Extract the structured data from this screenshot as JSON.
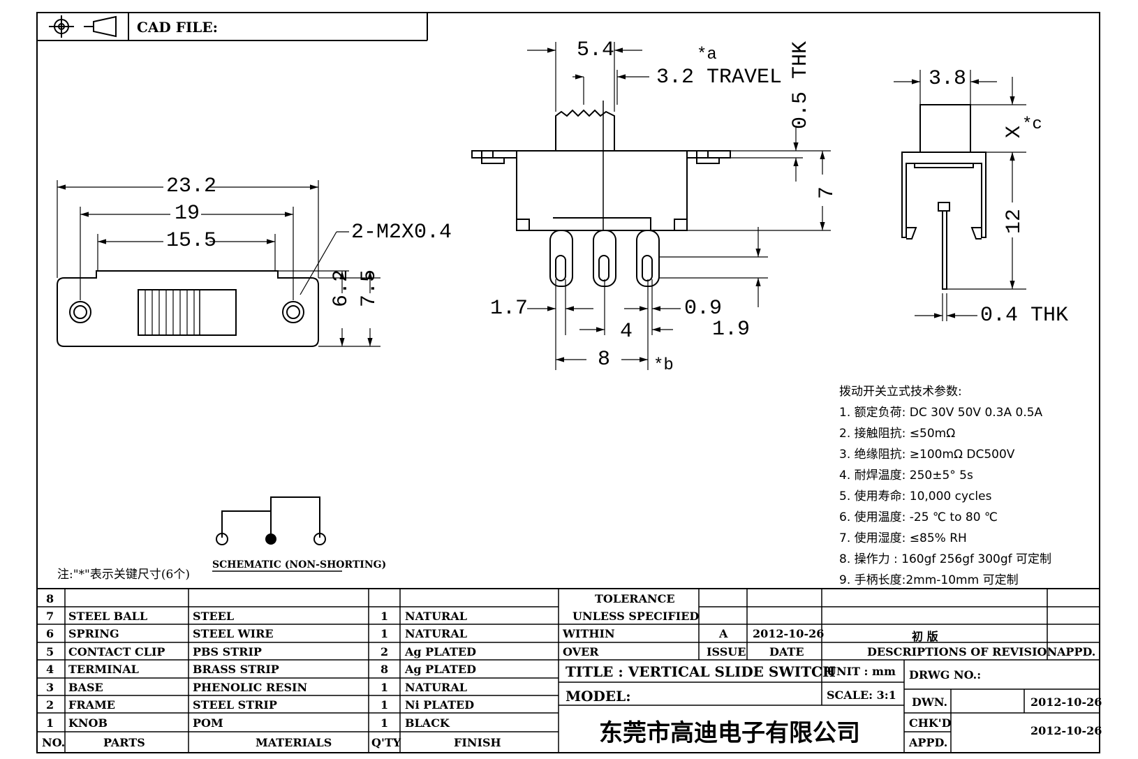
{
  "header": {
    "cad_label": "CAD FILE:"
  },
  "front_view": {
    "d_total": "23.2",
    "d_mount": "19",
    "d_slot": "15.5",
    "d_screw": "2-M2X0.4",
    "d_h1": "6.2",
    "d_h2": "7.5"
  },
  "side_view": {
    "d_knob": "5.4",
    "d_travel": "3.2 TRAVEL",
    "mark_a": "*a",
    "d_thk": "0.5 THK",
    "d_height": "7",
    "d_pinw": "1.7",
    "d_pin_thk": "0.9",
    "d_pitch": "4",
    "d_pin_len": "1.9",
    "d_span": "8",
    "mark_b": "*b"
  },
  "end_view": {
    "d_width": "3.8",
    "d_x": "X",
    "mark_c": "*c",
    "d_height": "12",
    "d_thk": "0.4 THK"
  },
  "schematic": {
    "label": "SCHEMATIC (NON-SHORTING)"
  },
  "note": "注:\"*\"表示关键尺寸(6个)",
  "specs": {
    "title": "拨动开关立式技术参数:",
    "items": [
      "1.  额定负荷: DC 30V    50V    0.3A    0.5A",
      "2.  接触阻抗: ≤50mΩ",
      "3.  绝缘阻抗: ≥100mΩ   DC500V",
      "4.  耐焊温度: 250±5°  5s",
      "5.  使用寿命: 10,000 cycles",
      "6.  使用温度: -25 ℃  to 80 ℃",
      "7.  使用湿度: ≤85% RH",
      "8.  操作力 : 160gf    256gf    300gf  可定制",
      "9.  手柄长度:2mm-10mm   可定制"
    ]
  },
  "parts": {
    "rows": [
      {
        "no": "8",
        "part": "",
        "material": "",
        "qty": "",
        "finish": ""
      },
      {
        "no": "7",
        "part": "STEEL BALL",
        "material": "STEEL",
        "qty": "1",
        "finish": "NATURAL"
      },
      {
        "no": "6",
        "part": "SPRING",
        "material": "STEEL WIRE",
        "qty": "1",
        "finish": "NATURAL"
      },
      {
        "no": "5",
        "part": "CONTACT CLIP",
        "material": "PBS STRIP",
        "qty": "2",
        "finish": "Ag PLATED"
      },
      {
        "no": "4",
        "part": "TERMINAL",
        "material": "BRASS STRIP",
        "qty": "8",
        "finish": "Ag PLATED"
      },
      {
        "no": "3",
        "part": "BASE",
        "material": "PHENOLIC RESIN",
        "qty": "1",
        "finish": "NATURAL"
      },
      {
        "no": "2",
        "part": "FRAME",
        "material": "STEEL STRIP",
        "qty": "1",
        "finish": "Ni PLATED"
      },
      {
        "no": "1",
        "part": "KNOB",
        "material": "POM",
        "qty": "1",
        "finish": "BLACK"
      }
    ],
    "headers": {
      "no": "NO.",
      "part": "PARTS",
      "material": "MATERIALS",
      "qty": "Q'TY",
      "finish": "FINISH"
    }
  },
  "title_block": {
    "tol1": "TOLERANCE",
    "tol2": "UNLESS   SPECIFIED",
    "within": "WITHIN",
    "over": "OVER",
    "issue_val": "A",
    "date_val": "2012-10-26",
    "desc_val": "初  版",
    "issue": "ISSUE",
    "date": "DATE",
    "desc": "DESCRIPTIONS OF REVISION",
    "appd": "APPD.",
    "title": "TITLE :   VERTICAL SLIDE SWITCH",
    "unit": "UNIT :   mm",
    "drwg": "DRWG NO.:",
    "model": "MODEL:",
    "scale": "SCALE:  3:1",
    "dwn": "DWN.",
    "dwn_date": "2012-10-26",
    "chkd": "CHK'D",
    "chk_date": "2012-10-26",
    "appd2": "APPD.",
    "company": "东莞市高迪电子有限公司"
  }
}
